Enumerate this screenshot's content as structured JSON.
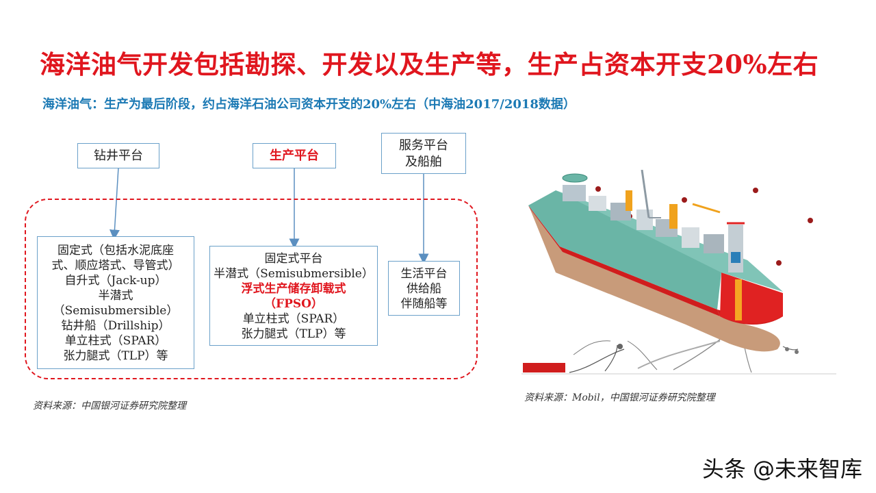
{
  "title": "海洋油气开发包括勘探、开发以及生产等，生产占资本开支20%左右",
  "subtitle": "海洋油气：生产为最后阶段，约占海洋石油公司资本开支的20%左右（中海油2017/2018数据）",
  "colors": {
    "title": "#e0161e",
    "subtitle": "#1b79b4",
    "box_border": "#6aa0c9",
    "arrow": "#5b8fc0",
    "dash": "#e0161e"
  },
  "categories": {
    "drilling": {
      "label": "钻井平台"
    },
    "production": {
      "label": "生产平台"
    },
    "service": {
      "lines": [
        "服务平台",
        "及船舶"
      ]
    }
  },
  "details": {
    "drilling": [
      "固定式（包括水泥底座",
      "式、顺应塔式、导管式）",
      "自升式（Jack-up）",
      "半潜式",
      "（Semisubmersible）",
      "钻井船（Drillship）",
      "单立柱式（SPAR）",
      "张力腿式（TLP）等"
    ],
    "production": [
      "固定式平台",
      "半潜式（Semisubmersible）",
      "浮式生产储存卸载式",
      "（FPSO）",
      "单立柱式（SPAR）",
      "张力腿式（TLP）等"
    ],
    "service": [
      "生活平台",
      "供给船",
      "伴随船等"
    ]
  },
  "source_left": "资料来源：中国银河证券研究院整理",
  "source_right": "资料来源：Mobil，中国银河证券研究院整理",
  "watermark": "头条 @未来智库"
}
